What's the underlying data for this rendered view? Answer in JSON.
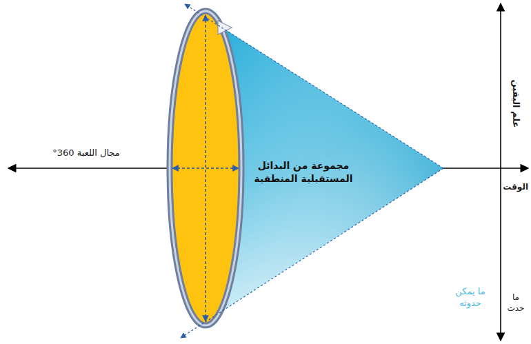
{
  "diagram": {
    "nodes": [
      {
        "text": [
          "مجموعة من البدائل المستقبلية المنطقية"
        ]
      }
    ],
    "labels": [
      "مجال اللعبة 360°",
      "علم اليقين",
      "الوقت",
      "ما يمكن حدوثه",
      "ما حدث"
    ]
  }
}
